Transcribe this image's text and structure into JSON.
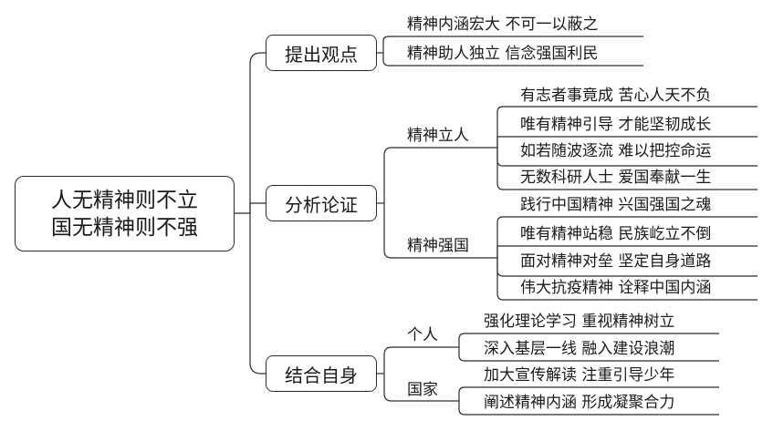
{
  "root": {
    "line1": "人无精神则不立",
    "line2": "国无精神则不强"
  },
  "nodes": {
    "propose": {
      "label": "提出观点",
      "items": [
        "精神内涵宏大  不可一以蔽之",
        "精神助人独立  信念强国利民"
      ]
    },
    "analyze": {
      "label": "分析论证",
      "groups": [
        {
          "label": "精神立人",
          "items": [
            "有志者事竟成  苦心人天不负",
            "唯有精神引导  才能坚韧成长",
            "如若随波逐流  难以把控命运",
            "无数科研人士  爱国奉献一生"
          ]
        },
        {
          "label": "精神强国",
          "items": [
            "践行中国精神  兴国强国之魂",
            "唯有精神站稳  民族屹立不倒",
            "面对精神对垒  坚定自身道路",
            "伟大抗疫精神  诠释中国内涵"
          ]
        }
      ]
    },
    "combine": {
      "label": "结合自身",
      "groups": [
        {
          "label": "个人",
          "items": [
            "强化理论学习  重视精神树立",
            "深入基层一线  融入建设浪潮"
          ]
        },
        {
          "label": "国家",
          "items": [
            "加大宣传解读  注重引导少年",
            "阐述精神内涵  形成凝聚合力"
          ]
        }
      ]
    }
  }
}
